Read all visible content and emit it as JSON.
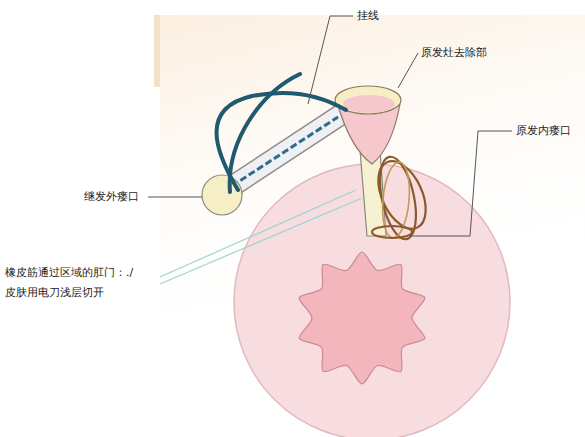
{
  "diagram": {
    "labels": [
      "挂线",
      "原发灶去除部",
      "原发内瘘口",
      "继发外瘘口",
      "橡皮筋通过区域的肛门：./ 皮肤用电刀浅层切开"
    ]
  }
}
